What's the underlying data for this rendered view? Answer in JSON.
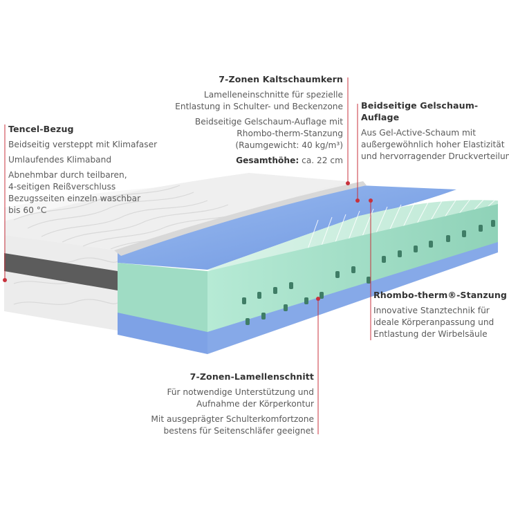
{
  "annotations": {
    "tencel": {
      "title": "Tencel-Bezug",
      "lines": [
        "Beidseitig versteppt mit Klimafaser",
        "Umlaufendes Klimaband",
        "Abnehmbar durch teilbaren,",
        "4-seitigen Reißverschluss",
        "Bezugsseiten einzeln waschbar",
        "bis 60 °C"
      ]
    },
    "kaltschaum": {
      "title": "7-Zonen Kaltschaumkern",
      "lines": [
        "Lamelleneinschnitte für spezielle",
        "Entlastung in Schulter- und Beckenzone",
        "Beidseitige Gelschaum-Auflage mit",
        "Rhombo-therm-Stanzung",
        "(Raumgewicht: 40 kg/m³)"
      ],
      "height_label": "Gesamthöhe:",
      "height_value": "ca. 22 cm"
    },
    "gelschaum": {
      "title": "Beidseitige Gelschaum-Auflage",
      "lines": [
        "Aus Gel-Active-Schaum mit",
        "außergewöhnlich hoher Elastizität",
        "und hervorragender Druckverteilung"
      ]
    },
    "rhombo": {
      "title": "Rhombo-therm®-Stanzung",
      "lines": [
        "Innovative Stanztechnik für",
        "ideale Körperanpassung und",
        "Entlastung der Wirbelsäule"
      ]
    },
    "lamellen": {
      "title": "7-Zonen-Lamellenschnitt",
      "lines": [
        "Für notwendige Unterstützung und",
        "Aufnahme der Körperkontur",
        "Mit ausgeprägter Schulterkomfortzone",
        "bestens für Seitenschläfer geeignet"
      ]
    }
  },
  "colors": {
    "leader_line": "#c8323c",
    "cover": "#eeeeee",
    "gel": "#7fa6e6",
    "foam": "#a8e2cc",
    "klimaband": "#555555"
  }
}
